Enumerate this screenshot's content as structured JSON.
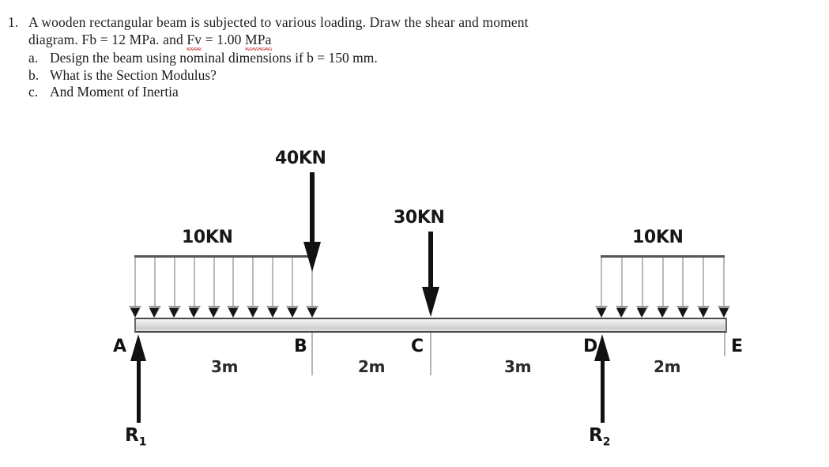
{
  "problem": {
    "number": "1.",
    "line1": "A wooden rectangular beam is subjected to various loading.  Draw the shear and moment",
    "line2_a": "diagram.  Fb = 12 MPa. and ",
    "line2_fv": "Fv",
    "line2_b": " = 1.00 ",
    "line2_mpa": "MPa",
    "items": [
      {
        "letter": "a.",
        "text": "Design the beam using nominal dimensions if b = 150 mm."
      },
      {
        "letter": "b.",
        "text": "What is the Section Modulus?"
      },
      {
        "letter": "c.",
        "text": "And Moment of Inertia"
      }
    ]
  },
  "diagram": {
    "loads": {
      "udl_left": "10KN",
      "point_b": "40KN",
      "point_c": "30KN",
      "udl_right": "10KN"
    },
    "points": {
      "a": "A",
      "b": "B",
      "c": "C",
      "d": "D",
      "e": "E"
    },
    "dimensions": {
      "ab": "3m",
      "bc": "2m",
      "cd": "3m",
      "de": "2m"
    },
    "reactions": {
      "r1_label": "R",
      "r1_sub": "1",
      "r2_label": "R",
      "r2_sub": "2"
    },
    "colors": {
      "beam_fill": "#dcdcdc",
      "beam_outline": "#4a4a4a",
      "arrow": "#111111",
      "udl_stem": "#b9b9bd",
      "spellcheck_underline": "#d8686c"
    },
    "counts": {
      "udl_left_arrows": 10,
      "udl_right_arrows": 7
    }
  }
}
